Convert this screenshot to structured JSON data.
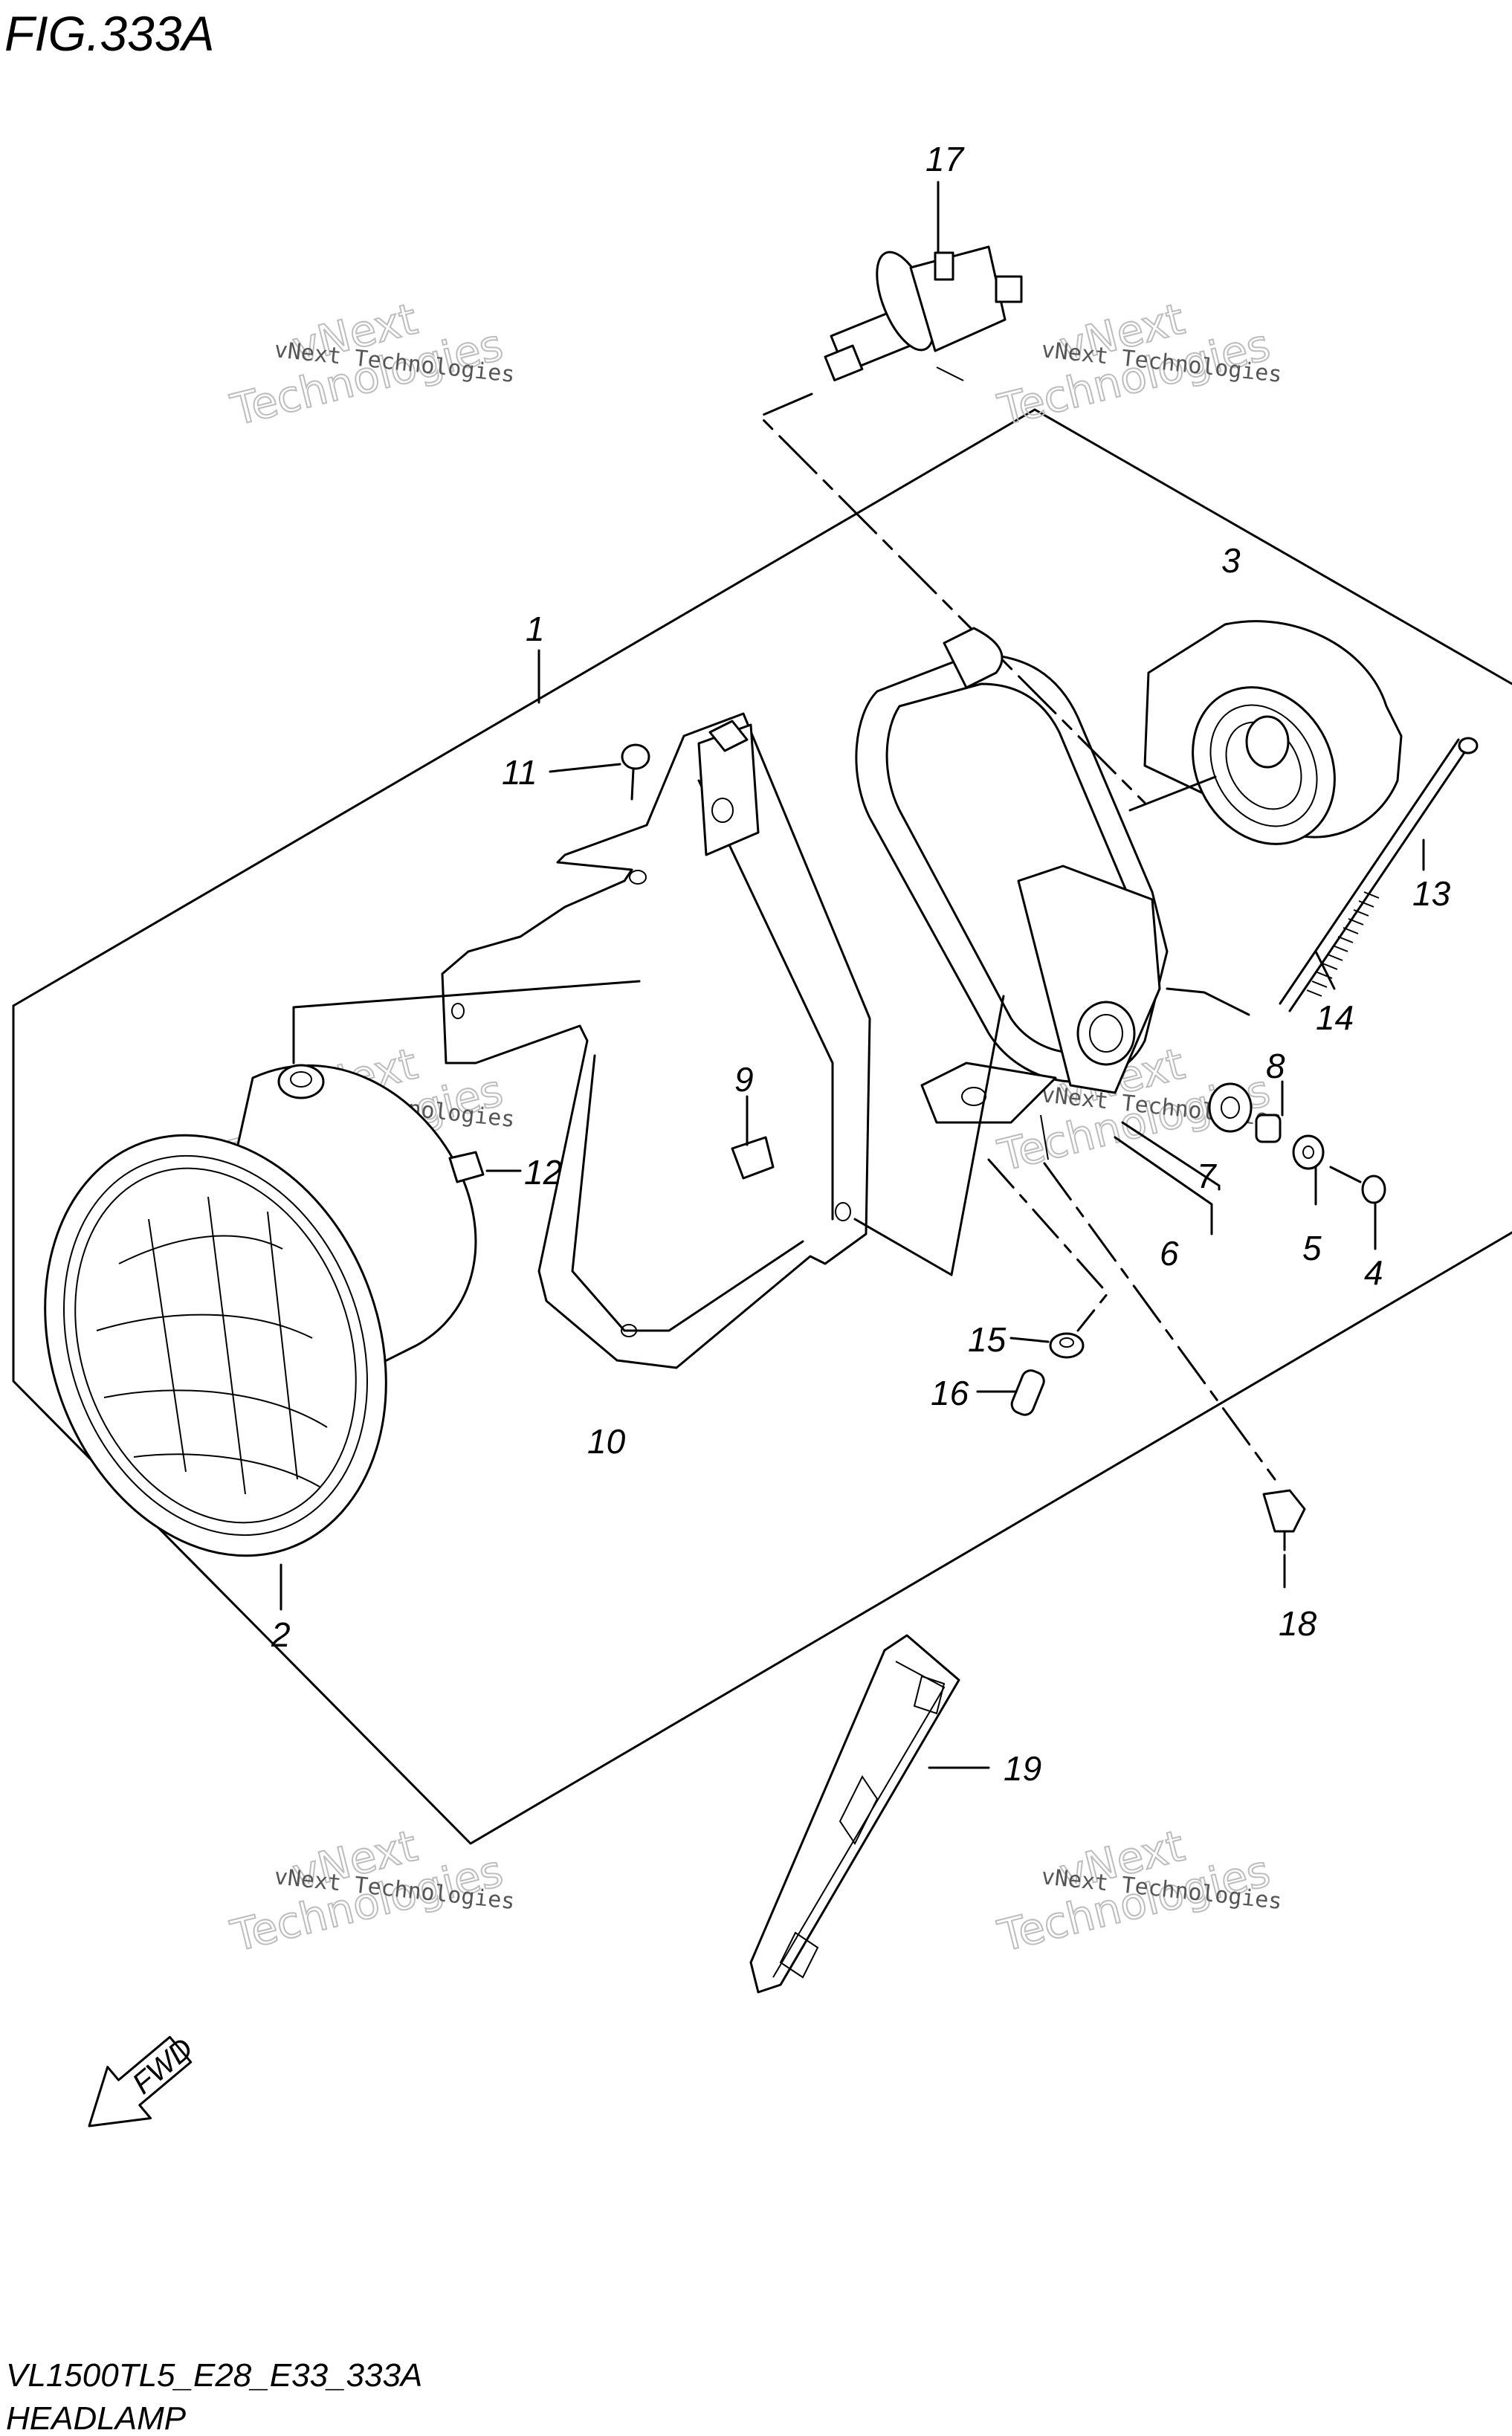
{
  "title": "FIG.333A",
  "footer": {
    "model_code": "VL1500TL5_E28_E33_333A",
    "section": "HEADLAMP"
  },
  "fwd_label": "FWD",
  "watermark": {
    "line1": "vNext Technologies",
    "line2": "vNext",
    "line3": "Technologies"
  },
  "parts": [
    {
      "id": "p1",
      "label": "1"
    },
    {
      "id": "p2",
      "label": "2"
    },
    {
      "id": "p3",
      "label": "3"
    },
    {
      "id": "p4",
      "label": "4"
    },
    {
      "id": "p5",
      "label": "5"
    },
    {
      "id": "p6",
      "label": "6"
    },
    {
      "id": "p7",
      "label": "7"
    },
    {
      "id": "p8",
      "label": "8"
    },
    {
      "id": "p9",
      "label": "9"
    },
    {
      "id": "p10",
      "label": "10"
    },
    {
      "id": "p11",
      "label": "11"
    },
    {
      "id": "p12",
      "label": "12"
    },
    {
      "id": "p13",
      "label": "13"
    },
    {
      "id": "p14",
      "label": "14"
    },
    {
      "id": "p15",
      "label": "15"
    },
    {
      "id": "p16",
      "label": "16"
    },
    {
      "id": "p17",
      "label": "17"
    },
    {
      "id": "p18",
      "label": "18"
    },
    {
      "id": "p19",
      "label": "19"
    }
  ]
}
